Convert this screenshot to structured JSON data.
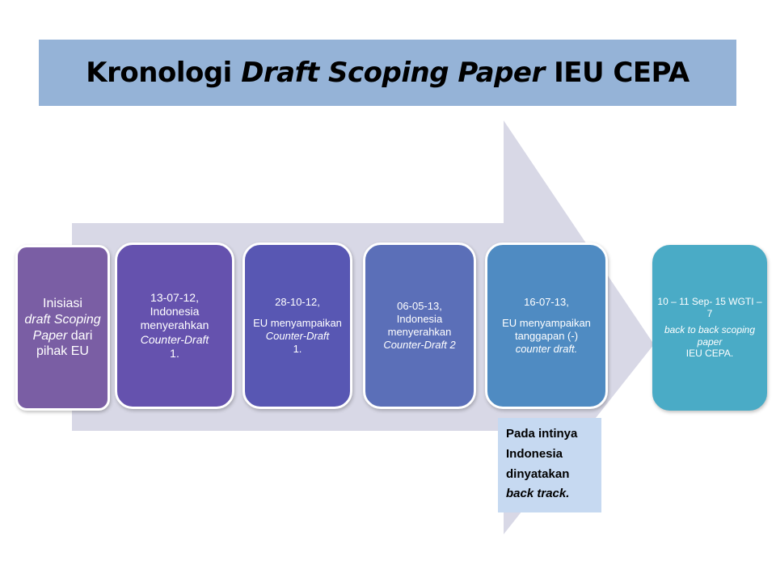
{
  "title": {
    "prefix": "Kronologi ",
    "italic": "Draft Scoping Paper",
    "suffix": " IEU CEPA"
  },
  "steps": [
    {
      "lines": [
        "Inisiasi"
      ],
      "italic": "draft Scoping Paper",
      "rest": "dari pihak EU"
    },
    {
      "date": "13-07-12,",
      "action": "Indonesia menyerahkan",
      "doc": "Counter-Draft",
      "tail": "1."
    },
    {
      "date": "28-10-12,",
      "action": "EU menyampaikan",
      "doc": "Counter-Draft",
      "tail": "1."
    },
    {
      "date": "06-05-13,",
      "action": "Indonesia menyerahkan",
      "doc": "Counter-Draft 2"
    },
    {
      "date": "16-07-13,",
      "action": "EU menyampaikan tanggapan  (-)",
      "doc": "counter draft."
    },
    {
      "date": "10 – 11 Sep- 15 WGTI – 7",
      "doc": "back to back scoping paper",
      "tail": "IEU CEPA."
    }
  ],
  "note": {
    "text": "Pada intinya Indonesia dinyatakan",
    "italic": "back track."
  },
  "colors": {
    "title_bg": "#95b3d7",
    "arrow": "#d8d8e6",
    "step1": "#7a5ea4",
    "step2": "#6552ae",
    "step3": "#5857b3",
    "step4": "#5b6fb8",
    "step5": "#4f8bc2",
    "step6": "#4aabc6",
    "note_bg": "#c6d9f1"
  }
}
